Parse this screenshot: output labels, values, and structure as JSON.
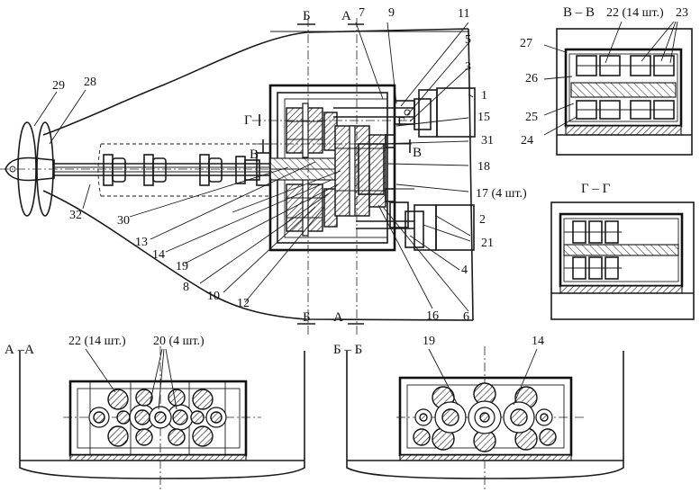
{
  "sections": {
    "bb_top_left": "Б",
    "aa_top": "А",
    "bb_bottom_left": "Б",
    "aa_bottom": "А",
    "vv_title": "В – В",
    "gg_title": "Г – Г",
    "aa_title": "А –А",
    "bb_title": "Б – Б",
    "v_left": "В",
    "v_right": "В",
    "g_left": "Г",
    "g_right": "Г"
  },
  "callouts": {
    "n1": "1",
    "n2": "2",
    "n3": "3",
    "n4": "4",
    "n5": "5",
    "n6": "6",
    "n7": "7",
    "n8": "8",
    "n9": "9",
    "n10": "10",
    "n11": "11",
    "n12": "12",
    "n13": "13",
    "n14": "14",
    "n15": "15",
    "n16": "16",
    "n17": "17 (4 шт.)",
    "n18": "18",
    "n19": "19",
    "n21": "21",
    "n24": "24",
    "n25": "25",
    "n26": "26",
    "n27": "27",
    "n28": "28",
    "n29": "29",
    "n30": "30",
    "n31": "31",
    "n32": "32",
    "vv_22": "22 (14 шт.)",
    "vv_23": "23",
    "aa_22": "22 (14 шт.)",
    "aa_20": "20 (4 шт.)",
    "bb_19": "19",
    "bb_14": "14"
  }
}
